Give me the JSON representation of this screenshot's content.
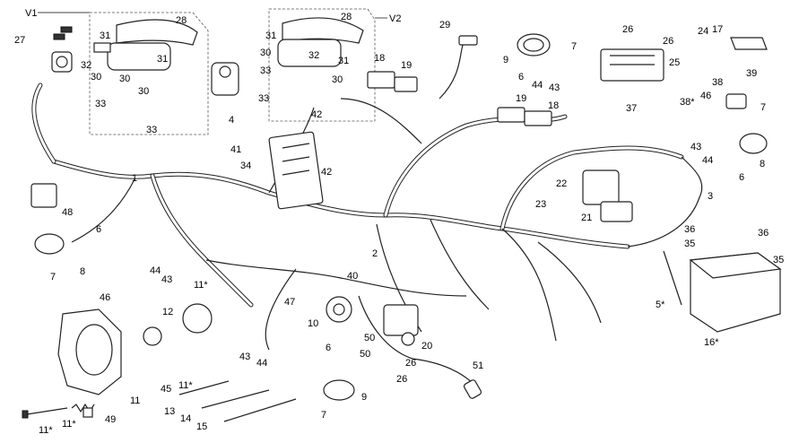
{
  "groups": {
    "v1": "V1",
    "v2": "V2"
  },
  "callouts": [
    {
      "id": "c28a",
      "text": "28"
    },
    {
      "id": "c27",
      "text": "27"
    },
    {
      "id": "c31a",
      "text": "31"
    },
    {
      "id": "c31b",
      "text": "31"
    },
    {
      "id": "c32a",
      "text": "32"
    },
    {
      "id": "c30a",
      "text": "30"
    },
    {
      "id": "c30b",
      "text": "30"
    },
    {
      "id": "c33a",
      "text": "33"
    },
    {
      "id": "c33b",
      "text": "33"
    },
    {
      "id": "c4",
      "text": "4"
    },
    {
      "id": "c28b",
      "text": "28"
    },
    {
      "id": "c31c",
      "text": "31"
    },
    {
      "id": "c30c",
      "text": "30"
    },
    {
      "id": "c32b",
      "text": "32"
    },
    {
      "id": "c31d",
      "text": "31"
    },
    {
      "id": "c33c",
      "text": "33"
    },
    {
      "id": "c33d",
      "text": "33"
    },
    {
      "id": "c30d",
      "text": "30"
    },
    {
      "id": "c29",
      "text": "29"
    },
    {
      "id": "c26a",
      "text": "26"
    },
    {
      "id": "c26b",
      "text": "26"
    },
    {
      "id": "c7a",
      "text": "7"
    },
    {
      "id": "c9a",
      "text": "9"
    },
    {
      "id": "c25",
      "text": "25"
    },
    {
      "id": "c24",
      "text": "24"
    },
    {
      "id": "c17",
      "text": "17"
    },
    {
      "id": "c39",
      "text": "39"
    },
    {
      "id": "c6a",
      "text": "6"
    },
    {
      "id": "c44a",
      "text": "44"
    },
    {
      "id": "c43a",
      "text": "43"
    },
    {
      "id": "c18a",
      "text": "18"
    },
    {
      "id": "c19a",
      "text": "19"
    },
    {
      "id": "c42a",
      "text": "42"
    },
    {
      "id": "c41",
      "text": "41"
    },
    {
      "id": "c34",
      "text": "34"
    },
    {
      "id": "c42b",
      "text": "42"
    },
    {
      "id": "c19b",
      "text": "19"
    },
    {
      "id": "c18b",
      "text": "18"
    },
    {
      "id": "c37",
      "text": "37"
    },
    {
      "id": "c38a",
      "text": "38"
    },
    {
      "id": "c38b",
      "text": "38*"
    },
    {
      "id": "c46a",
      "text": "46"
    },
    {
      "id": "c7b",
      "text": "7"
    },
    {
      "id": "c43b",
      "text": "43"
    },
    {
      "id": "c44b",
      "text": "44"
    },
    {
      "id": "c6b",
      "text": "6"
    },
    {
      "id": "c8a",
      "text": "8"
    },
    {
      "id": "c1",
      "text": "1"
    },
    {
      "id": "c48",
      "text": "48"
    },
    {
      "id": "c22",
      "text": "22"
    },
    {
      "id": "c23",
      "text": "23"
    },
    {
      "id": "c21",
      "text": "21"
    },
    {
      "id": "c3",
      "text": "3"
    },
    {
      "id": "c6c",
      "text": "6"
    },
    {
      "id": "c2",
      "text": "2"
    },
    {
      "id": "c36a",
      "text": "36"
    },
    {
      "id": "c35a",
      "text": "35"
    },
    {
      "id": "c36b",
      "text": "36"
    },
    {
      "id": "c35b",
      "text": "35"
    },
    {
      "id": "c8b",
      "text": "8"
    },
    {
      "id": "c7c",
      "text": "7"
    },
    {
      "id": "c46b",
      "text": "46"
    },
    {
      "id": "c44c",
      "text": "44"
    },
    {
      "id": "c43c",
      "text": "43"
    },
    {
      "id": "c40",
      "text": "40"
    },
    {
      "id": "c11a",
      "text": "11*"
    },
    {
      "id": "c47",
      "text": "47"
    },
    {
      "id": "c12",
      "text": "12"
    },
    {
      "id": "c10",
      "text": "10"
    },
    {
      "id": "c5",
      "text": "5*"
    },
    {
      "id": "c16",
      "text": "16*"
    },
    {
      "id": "c50a",
      "text": "50"
    },
    {
      "id": "c20",
      "text": "20"
    },
    {
      "id": "c50b",
      "text": "50"
    },
    {
      "id": "c26c",
      "text": "26"
    },
    {
      "id": "c26d",
      "text": "26"
    },
    {
      "id": "c51",
      "text": "51"
    },
    {
      "id": "c6d",
      "text": "6"
    },
    {
      "id": "c43d",
      "text": "43"
    },
    {
      "id": "c44d",
      "text": "44"
    },
    {
      "id": "c9b",
      "text": "9"
    },
    {
      "id": "c30e",
      "text": "30"
    },
    {
      "id": "c45",
      "text": "45"
    },
    {
      "id": "c11b",
      "text": "11*"
    },
    {
      "id": "c11c",
      "text": "11"
    },
    {
      "id": "c13",
      "text": "13"
    },
    {
      "id": "c14",
      "text": "14"
    },
    {
      "id": "c15",
      "text": "15"
    },
    {
      "id": "c7d",
      "text": "7"
    },
    {
      "id": "c11d",
      "text": "11*"
    },
    {
      "id": "c11e",
      "text": "11*"
    },
    {
      "id": "c49",
      "text": "49"
    }
  ]
}
